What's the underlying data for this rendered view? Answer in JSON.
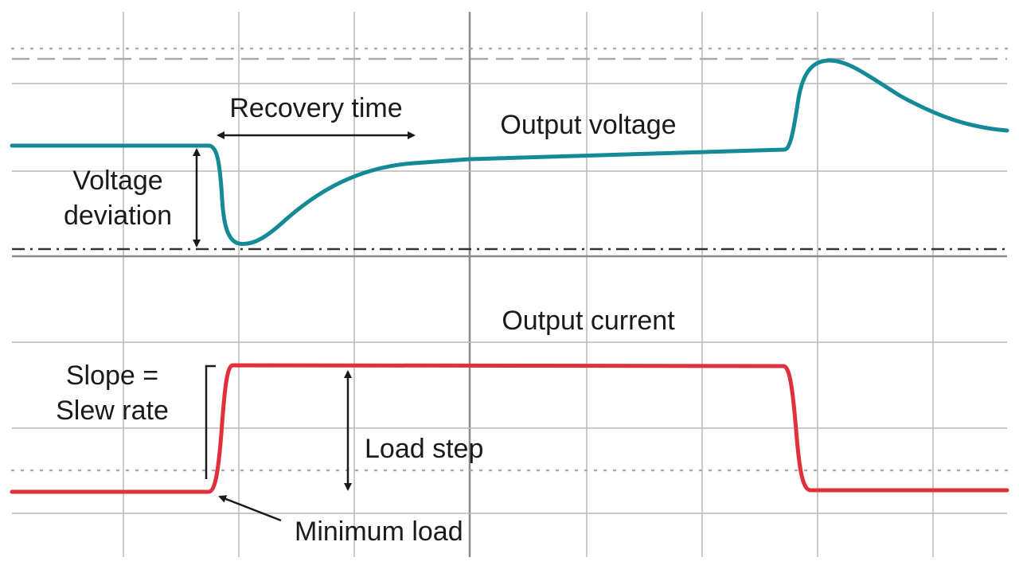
{
  "labels": {
    "recovery_time": "Recovery time",
    "output_voltage": "Output voltage",
    "voltage_deviation_line1": "Voltage",
    "voltage_deviation_line2": "deviation",
    "output_current": "Output current",
    "slope_line1": "Slope =",
    "slope_line2": "Slew rate",
    "load_step": "Load step",
    "minimum_load": "Minimum load"
  },
  "colors": {
    "voltage_trace": "#138a96",
    "current_trace": "#e0303a",
    "grid": "#b9b9b9",
    "axis": "#8a8a8a",
    "reference_dark": "#333333",
    "reference_light": "#aaaaaa",
    "annotation": "#1a1a1a"
  }
}
